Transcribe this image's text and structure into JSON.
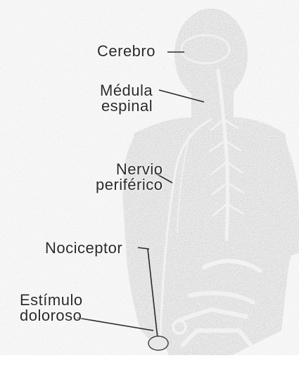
{
  "labels": {
    "cerebro": "Cerebro",
    "medula_line1": "Médula",
    "medula_line2": "espinal",
    "nervio_line1": "Nervio",
    "nervio_line2": "periférico",
    "nociceptor": "Nociceptor",
    "estimulo_line1": "Estímulo",
    "estimulo_line2": "doloroso"
  },
  "colors": {
    "body_fill": "#8a8a8a",
    "background_speckle": "#c8c8c8",
    "nerve": "#f2f2f2",
    "text": "#2a2a2a"
  }
}
